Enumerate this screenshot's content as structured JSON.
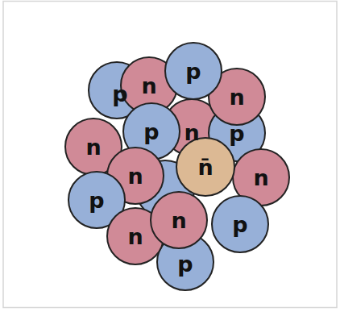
{
  "diagram": {
    "nodes": [
      {
        "text": [
          "p"
        ]
      },
      {
        "text": [
          "n"
        ]
      },
      {
        "text": [
          "p"
        ]
      },
      {
        "text": [
          "n"
        ]
      },
      {
        "text": [
          "n"
        ]
      },
      {
        "text": [
          "p"
        ]
      },
      {
        "text": [
          "n"
        ]
      },
      {
        "text": [
          "p"
        ]
      },
      {
        "text": [
          "n̄"
        ]
      },
      {
        "text": [
          "n"
        ]
      },
      {
        "text": [
          "n"
        ]
      },
      {
        "text": [
          "p"
        ]
      },
      {
        "text": [
          "n"
        ]
      },
      {
        "text": [
          "n"
        ]
      },
      {
        "text": [
          "p"
        ]
      },
      {
        "text": [
          "p"
        ]
      }
    ]
  }
}
